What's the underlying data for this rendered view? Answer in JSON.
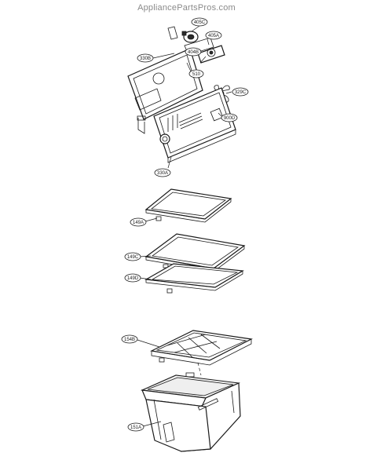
{
  "watermark": "AppliancePartsPros.com",
  "callouts": {
    "c405c": "405C",
    "c405a": "405A",
    "c330b": "330B",
    "c404b": "404B",
    "c510": "510",
    "c329c": "329C",
    "c900d": "900D",
    "c330a": "330A",
    "c149a": "149A",
    "c149c": "149C",
    "c149d": "149D",
    "c154b": "154B",
    "c151a": "151A"
  }
}
